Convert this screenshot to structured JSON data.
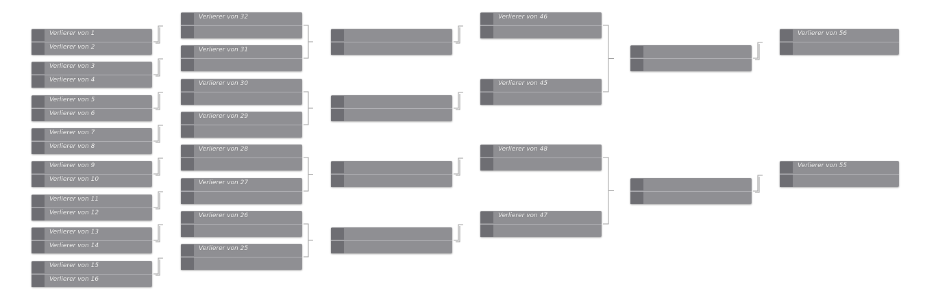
{
  "rounds": [
    {
      "matches": [
        [
          "Verlierer von 1",
          "Verlierer von 2"
        ],
        [
          "Verlierer von 3",
          "Verlierer von 4"
        ],
        [
          "Verlierer von 5",
          "Verlierer von 6"
        ],
        [
          "Verlierer von 7",
          "Verlierer von 8"
        ],
        [
          "Verlierer von 9",
          "Verlierer von 10"
        ],
        [
          "Verlierer von 11",
          "Verlierer von 12"
        ],
        [
          "Verlierer von 13",
          "Verlierer von 14"
        ],
        [
          "Verlierer von 15",
          "Verlierer von 16"
        ]
      ]
    },
    {
      "matches": [
        [
          "Verlierer von 32",
          ""
        ],
        [
          "Verlierer von 31",
          ""
        ],
        [
          "Verlierer von 30",
          ""
        ],
        [
          "Verlierer von 29",
          ""
        ],
        [
          "Verlierer von 28",
          ""
        ],
        [
          "Verlierer von 27",
          ""
        ],
        [
          "Verlierer von 26",
          ""
        ],
        [
          "Verlierer von 25",
          ""
        ]
      ]
    },
    {
      "matches": [
        [
          "",
          ""
        ],
        [
          "",
          ""
        ],
        [
          "",
          ""
        ],
        [
          "",
          ""
        ]
      ]
    },
    {
      "matches": [
        [
          "Verlierer von 46",
          ""
        ],
        [
          "Verlierer von 45",
          ""
        ],
        [
          "Verlierer von 48",
          ""
        ],
        [
          "Verlierer von 47",
          ""
        ]
      ]
    },
    {
      "matches": [
        [
          "",
          ""
        ],
        [
          "",
          ""
        ]
      ]
    },
    {
      "matches": [
        [
          "Verlierer von 56",
          ""
        ],
        [
          "Verlierer von 55",
          ""
        ]
      ]
    }
  ],
  "colors": {
    "box": "#8f8f93",
    "seed": "#6e6e73",
    "connector": "#9a9a9a"
  }
}
